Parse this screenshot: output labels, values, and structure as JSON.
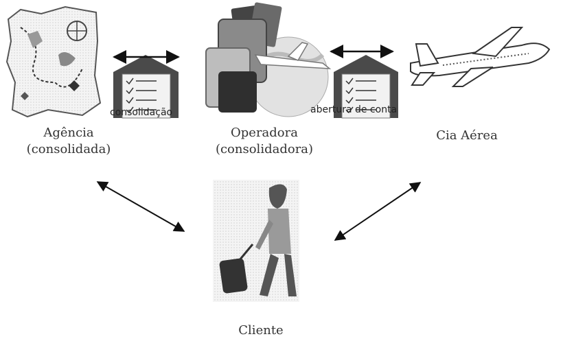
{
  "nodes": {
    "agencia": {
      "line1": "Agência",
      "line2": "(consolidada)"
    },
    "operadora": {
      "line1": "Operadora",
      "line2": "(consolidadora)"
    },
    "cia": {
      "label": "Cia Aérea"
    },
    "cliente": {
      "label": "Cliente"
    }
  },
  "edges": {
    "agencia_operadora": {
      "label": "consolidação"
    },
    "operadora_cia": {
      "label": "abertura de conta"
    }
  },
  "icons": {
    "agencia": "treasure-map-icon",
    "operadora": "globe-luggage-icon",
    "cia": "airplane-icon",
    "cliente": "traveler-icon",
    "document": "shelter-document-icon"
  }
}
